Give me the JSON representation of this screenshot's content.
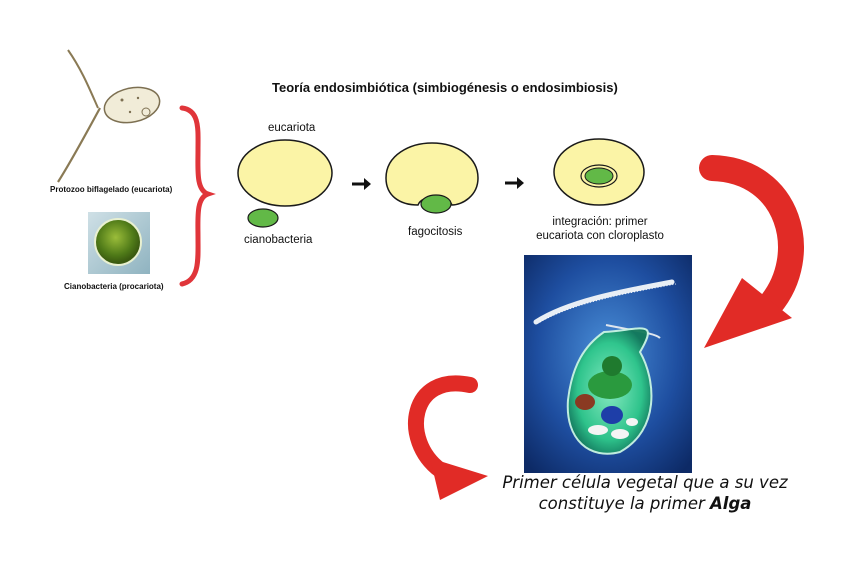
{
  "title": "Teoría endosimbiótica (simbiogénesis o endosimbiosis)",
  "left_panel": {
    "protozoo_label": "Protozoo biflagelado  (eucariota)",
    "cianobacteria_label": "Cianobacteria (procariota)"
  },
  "stages": {
    "stage1_top_label": "eucariota",
    "stage1_bottom_label": "cianobacteria",
    "stage2_label": "fagocitosis",
    "stage3_label_line1": "integración: primer",
    "stage3_label_line2": "eucariota con cloroplasto"
  },
  "caption": {
    "line1": "Primer  célula vegetal que a su vez",
    "line2_prefix": "constituye la primer ",
    "line2_bold": "Alga"
  },
  "colors": {
    "cell_fill": "#fbf4a6",
    "chloroplast_green": "#62b947",
    "arrow_red": "#e12b26",
    "bracket_red": "#e0353a"
  },
  "icons": [
    "arrow-right-icon",
    "curved-arrow-icon"
  ]
}
